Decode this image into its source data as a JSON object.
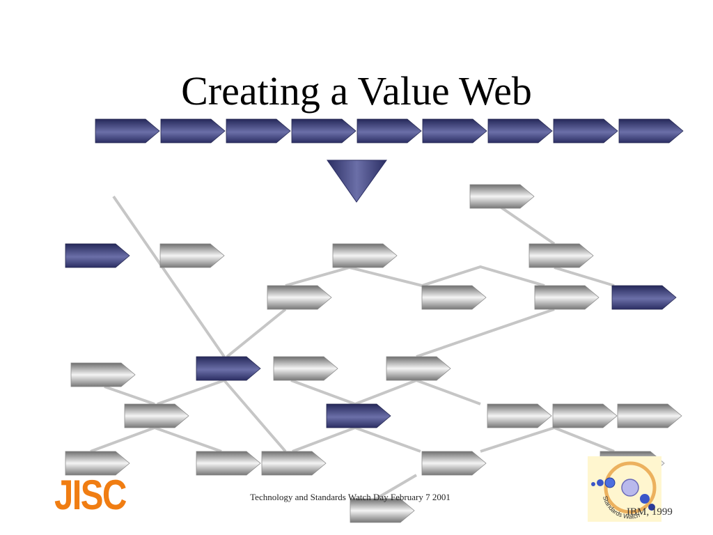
{
  "slide": {
    "title": "Creating a Value Web",
    "footer": "Technology and Standards Watch Day February 7 2001",
    "credit": "IBM, 1999"
  },
  "logos": {
    "jisc": "JISC",
    "standards_watch": "Standards Watch"
  },
  "colors": {
    "navy_arrow": "#3a3d75",
    "grey_arrow": "#a8a8a8",
    "connector": "#c6c6c6",
    "jisc_orange": "#f07d12",
    "logo_background": "#fff6cf"
  }
}
